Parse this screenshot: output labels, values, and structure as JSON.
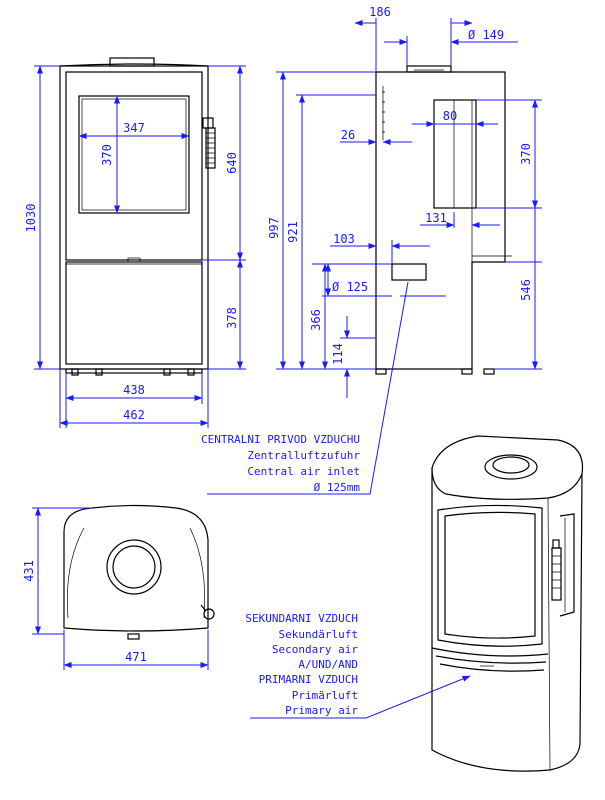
{
  "dimensions": {
    "front_total_height": "1030",
    "front_upper_height": "640",
    "front_lower_height": "378",
    "window_width": "347",
    "window_height": "370",
    "front_inner_width": "438",
    "front_outer_width": "462",
    "side_top_width": "186",
    "flue_diameter": "Ø 149",
    "side_total_height": "997",
    "side_flue_height": "921",
    "side_offset_26": "26",
    "side_window_80": "80",
    "side_window_370": "370",
    "side_offset_131": "131",
    "side_offset_103": "103",
    "air_diameter": "Ø 125",
    "side_lower_546": "546",
    "side_366": "366",
    "side_114": "114",
    "top_depth": "431",
    "top_width": "471"
  },
  "labels": {
    "central_air_cz": "CENTRALNI PRIVOD VZDUCHU",
    "central_air_de": "Zentralluftzufuhr",
    "central_air_en": "Central air inlet",
    "central_air_size": "Ø 125mm",
    "secondary_cz": "SEKUNDARNI VZDUCH",
    "secondary_de": "Sekundärluft",
    "secondary_en": "Secondary air",
    "and_label": "A/UND/AND",
    "primary_cz": "PRIMARNI VZDUCH",
    "primary_de": "Primärluft",
    "primary_en": "Primary air"
  },
  "colors": {
    "dimension": "#1a1aff",
    "outline": "#000000"
  }
}
